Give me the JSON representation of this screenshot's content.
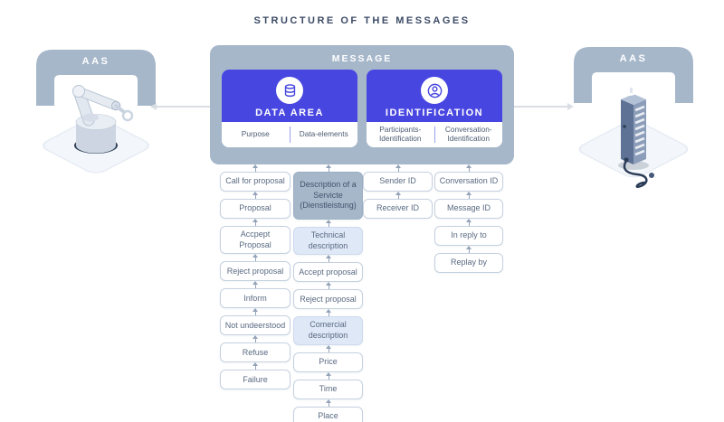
{
  "title": "STRUCTURE OF THE MESSAGES",
  "colors": {
    "accent_purple": "#4846e0",
    "panel_blue": "#a6b7ca",
    "light_box_fill": "#dfe8f7",
    "box_border": "#c5d1e0",
    "title_text": "#3d4b66"
  },
  "aas_left": {
    "label": "AAS",
    "illustration": "robot-arm"
  },
  "aas_right": {
    "label": "AAS",
    "illustration": "server-tower"
  },
  "message": {
    "label": "MESSAGE",
    "cards": [
      {
        "title": "DATA AREA",
        "icon": "database-icon",
        "fields": [
          "Purpose",
          "Data-elements"
        ]
      },
      {
        "title": "IDENTIFICATION",
        "icon": "user-icon",
        "fields": [
          "Participants-Identification",
          "Conversation-Identification"
        ]
      }
    ]
  },
  "columns": [
    {
      "under": "Purpose",
      "items": [
        "Call for proposal",
        "Proposal",
        "Accpept Proposal",
        "Reject proposal",
        "Inform",
        "Not undeerstood",
        "Refuse",
        "Failure"
      ]
    },
    {
      "under": "Data-elements",
      "items": [
        "Description of a Servicte (Dienstleistung)",
        "Technical description",
        "Accept proposal",
        "Reject proposal",
        "Comercial description",
        "Price",
        "Time",
        "Place"
      ]
    },
    {
      "under": "Participants-Identification",
      "items": [
        "Sender ID",
        "Receiver ID"
      ]
    },
    {
      "under": "Conversation-Identification",
      "items": [
        "Conversation ID",
        "Message ID",
        "In reply to",
        "Replay by"
      ]
    }
  ]
}
